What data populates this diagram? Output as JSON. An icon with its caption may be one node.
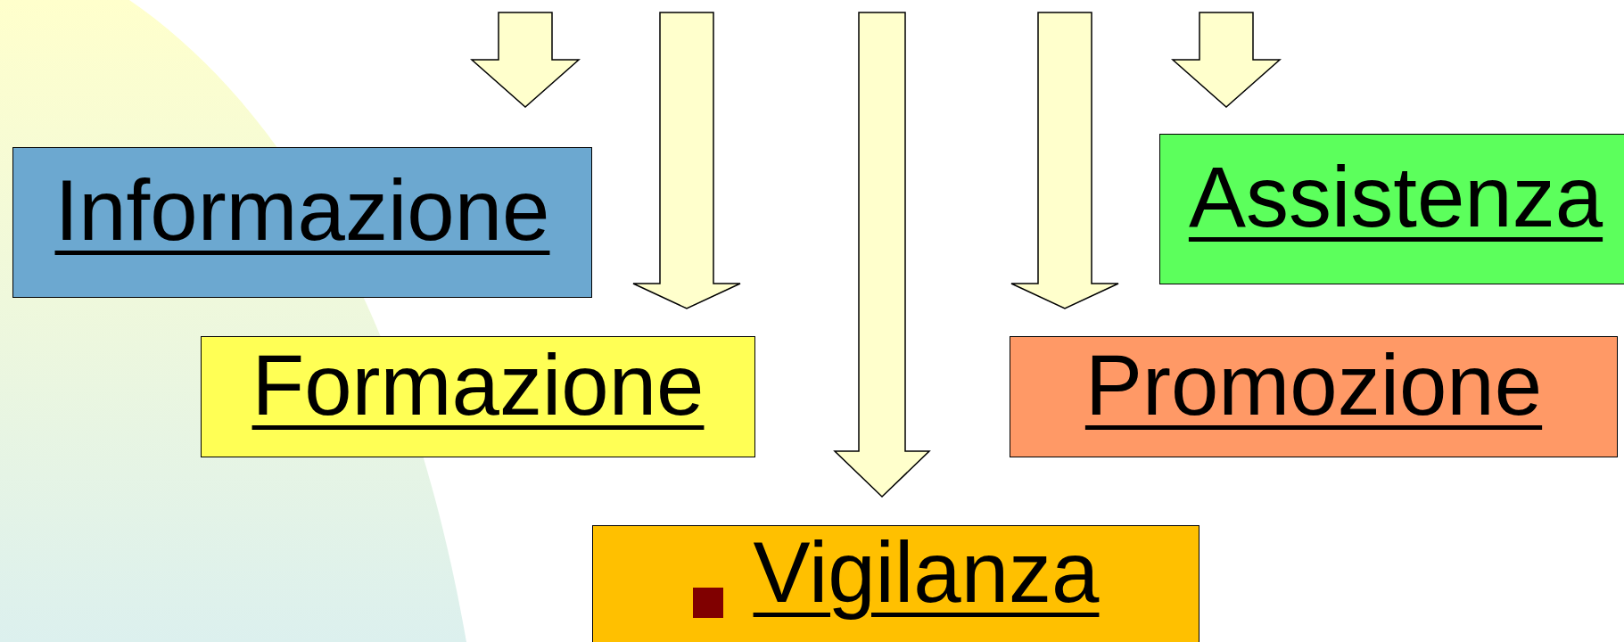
{
  "diagram": {
    "nodes": [
      {
        "text": [
          "Informazione"
        ]
      },
      {
        "text": [
          "Assistenza"
        ]
      },
      {
        "text": [
          "Formazione"
        ]
      },
      {
        "text": [
          "Promozione"
        ]
      },
      {
        "text": [
          "Vigilanza"
        ]
      }
    ],
    "edges": [
      {
        "from": null,
        "to": 0,
        "arrow": "to"
      },
      {
        "from": null,
        "to": 2,
        "arrow": "to"
      },
      {
        "from": null,
        "to": 4,
        "arrow": "to"
      },
      {
        "from": null,
        "to": 3,
        "arrow": "to"
      },
      {
        "from": null,
        "to": 1,
        "arrow": "to"
      }
    ]
  }
}
